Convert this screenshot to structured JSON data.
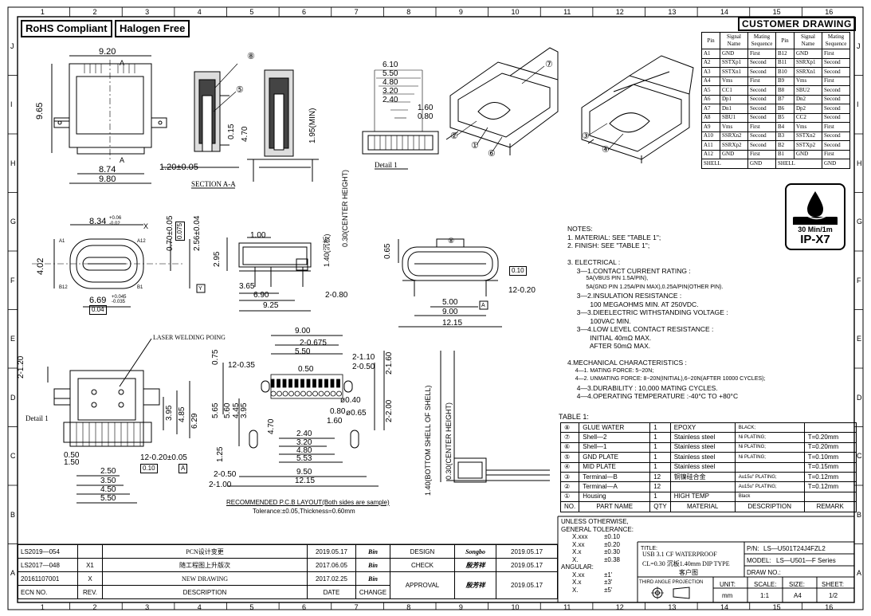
{
  "badges": {
    "rohs": "RoHS Compliant",
    "halogen": "Halogen Free"
  },
  "customer_drawing": "CUSTOMER DRAWING",
  "border": {
    "top_numbers": [
      "1",
      "2",
      "3",
      "4",
      "5",
      "6",
      "7",
      "8",
      "9",
      "10",
      "11",
      "12",
      "13",
      "14",
      "15",
      "16"
    ],
    "side_letters": [
      "J",
      "I",
      "H",
      "G",
      "F",
      "E",
      "D",
      "C",
      "B",
      "A"
    ]
  },
  "pin_table": {
    "headers": [
      "Pin",
      "Signal Name",
      "Mating Sequence",
      "Pin",
      "Signal Name",
      "Mating Sequence"
    ],
    "rows": [
      [
        "A1",
        "GND",
        "First",
        "B12",
        "GND",
        "First"
      ],
      [
        "A2",
        "SSTXp1",
        "Second",
        "B11",
        "SSRXp1",
        "Second"
      ],
      [
        "A3",
        "SSTXn1",
        "Second",
        "B10",
        "SSRXn1",
        "Second"
      ],
      [
        "A4",
        "Vms",
        "First",
        "B9",
        "Vms",
        "First"
      ],
      [
        "A5",
        "CC1",
        "Second",
        "B8",
        "SBU2",
        "Second"
      ],
      [
        "A6",
        "Dp1",
        "Second",
        "B7",
        "Dn2",
        "Second"
      ],
      [
        "A7",
        "Dn1",
        "Second",
        "B6",
        "Dp2",
        "Second"
      ],
      [
        "A8",
        "SBU1",
        "Second",
        "B5",
        "CC2",
        "Second"
      ],
      [
        "A9",
        "Vms",
        "First",
        "B4",
        "Vms",
        "First"
      ],
      [
        "A10",
        "SSRXn2",
        "Second",
        "B3",
        "SSTXn2",
        "Second"
      ],
      [
        "A11",
        "SSRXp2",
        "Second",
        "B2",
        "SSTXp2",
        "Second"
      ],
      [
        "A12",
        "GND",
        "First",
        "B1",
        "GND",
        "First"
      ]
    ],
    "shell_row": [
      "SHELL",
      "GND",
      "SHELL",
      "GND"
    ]
  },
  "ip": {
    "line1": "30 Min/1m",
    "line2": "IP-X7"
  },
  "dims": {
    "top_view": {
      "w1": "9.20",
      "h": "9.65",
      "w2": "8.74",
      "w3": "9.80",
      "a1": "A",
      "a2": "A"
    },
    "section": {
      "d1": "1.20±0.05",
      "d2": "0.15",
      "d3": "4.70",
      "d4": "1.95(MIN)",
      "label": "SECTION A-A",
      "b8": "⑧",
      "b5": "⑤"
    },
    "detail1": {
      "d1": "6.10",
      "d2": "5.50",
      "d3": "4.80",
      "d4": "3.20",
      "d5": "2.40",
      "d6": "1.60",
      "d7": "0.80",
      "label": "Detail 1"
    },
    "front": {
      "w": "8.34",
      "w_tol_up": "+0.06",
      "w_tol_dn": "-0.02",
      "h": "4.02",
      "g1": "0.70±0.05",
      "g2": "2.56±0.04",
      "tol1": "0.075",
      "tol2": "0.04",
      "w2": "6.69",
      "w2_up": "+0.045",
      "w2_dn": "-0.035",
      "a1": "A1",
      "a12": "A12",
      "b1": "B1",
      "b12": "B12",
      "x": "X",
      "y": "Y",
      "sym": "⊕"
    },
    "side": {
      "d1": "1.00",
      "d2": "2.95",
      "d3": "1.40(沉板)",
      "d4": "0.30(CENTER HEIGHT)",
      "d5": "3.65",
      "d6": "6.90",
      "d7": "9.25",
      "d8": "2-0.80"
    },
    "end": {
      "d1": "0.65",
      "d2": "5.00",
      "d3": "9.00",
      "d4": "12.15",
      "d5": "12-0.20",
      "tol": "0.10",
      "ref": "A",
      "b8": "⑧"
    },
    "bottom": {
      "d1": "2-1.20",
      "d2": "3.95",
      "d3": "4.85",
      "d4": "6.29",
      "d5": "0.50",
      "d6": "1.50",
      "d7": "12-0.20±0.05",
      "d8": "2.50",
      "d9": "3.50",
      "d10": "4.50",
      "d11": "5.50",
      "tol": "0.10",
      "ref": "A",
      "detail": "Detail 1",
      "laser": "LASER WELDING POING"
    },
    "pcb": {
      "d1": "9.00",
      "d2": "2-0.675",
      "d3": "5.50",
      "d4": "0.75",
      "d5": "12-0.35",
      "d6": "0.50",
      "d7": "2-1.10",
      "d8": "2-0.50",
      "d9": "2-1.60",
      "d10": "ø0.40",
      "d11": "ø0.65",
      "d12": "0.80",
      "d13": "1.60",
      "d14": "2-2.00",
      "d15": "5.65",
      "d16": "5.60",
      "d17": "4.45",
      "d18": "3.95",
      "d19": "4.70",
      "d20": "2.40",
      "d21": "3.20",
      "d22": "4.80",
      "d23": "5.53",
      "d24": "1.25",
      "d25": "2-0.50",
      "d26": "9.50",
      "d27": "2-1.00",
      "d28": "12.15",
      "d29": "1.40(BOTTOM SHELL OF SHELL)",
      "d30": "0.30(CENTER HEIGHT)",
      "label": "RECOMMENDED P.C.B LAYOUT(Both sides are sample)",
      "tol": "Tolerance:±0.05,Thickness=0.60mm"
    },
    "iso": {
      "b7": "⑦",
      "b2": "②",
      "b1": "①",
      "b6": "⑥",
      "b3": "③",
      "b4": "④"
    }
  },
  "notes": [
    "NOTES:",
    "1. MATERIAL: SEE \"TABLE 1\";",
    "2. FINISH: SEE \"TABLE 1\";",
    "",
    "3. ELECTRICAL :",
    "     3—1.CONTACT CURRENT RATING :",
    "            5A(VBUS PIN 1.5A/PIN),",
    "            5A(GND PIN 1.25A/PIN MAX),0.25A/PIN(OTHER PIN).",
    "     3—2.INSULATION RESISTANCE :",
    "            100 MEGAOHMS MIN. AT 250VDC.",
    "     3—3.DIEELECTRIC WITHSTANDING VOLTAGE :",
    "            100VAC MIN.",
    "     3—4.LOW LEVEL CONTACT RESISTANCE :",
    "            INITIAL 40mΩ MAX.",
    "            AFTER 50mΩ MAX.",
    "",
    "4.MECHANICAL CHARACTERISTICS :",
    "     4—1. MATING FORCE: 5~20N;",
    "     4—2. UNMATING FORCE: 8~20N(INITIAL),6~20N(AFTER 10000 CYCLES);",
    "     4—3.DURABILITY : 10,000 MATING CYCLES.",
    "     4—4.OPERATING TEMPERATURE :-40°C TO +80°C"
  ],
  "table1": {
    "title": "TABLE 1:",
    "rows": [
      [
        "⑧",
        "GLUE WATER",
        "1",
        "EPOXY",
        "BLACK;",
        ""
      ],
      [
        "⑦",
        "Shell—2",
        "1",
        "Stainless steel",
        "Ni PLATING;",
        "T=0.20mm"
      ],
      [
        "⑥",
        "Shell—1",
        "1",
        "Stainless steel",
        "Ni PLATING;",
        "T=0.20mm"
      ],
      [
        "⑤",
        "GND PLATE",
        "1",
        "Stainless steel",
        "Ni PLATING;",
        "T=0.10mm"
      ],
      [
        "④",
        "MID PLATE",
        "1",
        "Stainless steel",
        "",
        "T=0.15mm"
      ],
      [
        "③",
        "Terminal—B",
        "12",
        "铜镍硅合金",
        "Au15u\" PLATING;",
        "T=0.12mm"
      ],
      [
        "②",
        "Terminal—A",
        "12",
        "",
        "Au15u\" PLATING;",
        "T=0.12mm"
      ],
      [
        "①",
        "Housing",
        "1",
        "HIGH TEMP",
        "Black",
        ""
      ]
    ],
    "header": [
      "NO.",
      "PART NAME",
      "QTY",
      "MATERIAL",
      "DESCRIPTION",
      "REMARK"
    ]
  },
  "revisions": [
    [
      "LS2019—054",
      "",
      "PCN设计变更",
      "2019.05.17",
      "Bin"
    ],
    [
      "LS2017—048",
      "X1",
      "随工程图上升版次",
      "2017.06.05",
      "Bin"
    ],
    [
      "20161107001",
      "X",
      "NEW DRAWING",
      "2017.02.25",
      "Bin"
    ]
  ],
  "rev_header": [
    "ECN NO.",
    "REV.",
    "DESCRIPTION",
    "DATE",
    "CHANGE"
  ],
  "approvals": [
    [
      "DESIGN",
      "Songbo",
      "2019.05.17"
    ],
    [
      "CHECK",
      "殷芳祥",
      "2019.05.17"
    ],
    [
      "APPROVAL",
      "殷芳祥",
      "2019.05.17"
    ]
  ],
  "tolerance": {
    "title": "UNLESS OTHERWISE, GENERAL TOLERANCE:",
    "rows": [
      [
        "X.xxx",
        "±0.10"
      ],
      [
        "X.xx",
        "±0.20"
      ],
      [
        "X.x",
        "±0.30"
      ],
      [
        "X.",
        "±0.38"
      ]
    ],
    "angular": "ANGULAR:",
    "arows": [
      [
        "X.xx",
        "±1'"
      ],
      [
        "X.x",
        "±3'"
      ],
      [
        "X.",
        "±5'"
      ]
    ]
  },
  "titleblk": {
    "title_label": "TITLE:",
    "title_line1": "USB 3.1 CF WATERPROOF",
    "title_line2": "CL=0.30 沉板1.40mm DIP TYPE",
    "title_line3": "客户图",
    "pn_label": "P/N:",
    "pn": "LS—U501T24J4FZL2",
    "model_label": "MODEL:",
    "model": "LS—U501—F Series",
    "drawno": "DRAW NO.:",
    "projection": "THIRD ANGLE PROJECTION",
    "unit_label": "UNIT:",
    "unit": "mm",
    "scale_label": "SCALE:",
    "scale": "1:1",
    "size_label": "SIZE:",
    "size": "A4",
    "sheet_label": "SHEET:",
    "sheet": "1/2"
  }
}
